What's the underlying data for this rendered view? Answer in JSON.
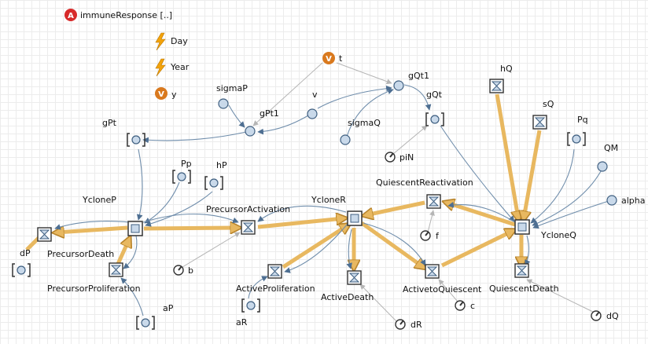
{
  "header": {
    "function_label": "immuneResponse [..]",
    "function_badge": "A",
    "events": [
      "Day",
      "Year"
    ],
    "variable_label": "y",
    "variable_badge": "V"
  },
  "stocks": [
    {
      "id": "gPt",
      "label": "gPt"
    },
    {
      "id": "Pp",
      "label": "Pp"
    },
    {
      "id": "hP",
      "label": "hP"
    },
    {
      "id": "YcloneP",
      "label": "YcloneP"
    },
    {
      "id": "dP",
      "label": "dP"
    },
    {
      "id": "aP",
      "label": "aP"
    },
    {
      "id": "aR",
      "label": "aR"
    },
    {
      "id": "YcloneR",
      "label": "YcloneR"
    },
    {
      "id": "gQt",
      "label": "gQt"
    },
    {
      "id": "Pq",
      "label": "Pq"
    },
    {
      "id": "YcloneQ",
      "label": "YcloneQ"
    }
  ],
  "flows": [
    {
      "id": "PrecursorDeath",
      "label": "PrecursorDeath"
    },
    {
      "id": "PrecursorProliferation",
      "label": "PrecursorProliferation"
    },
    {
      "id": "PrecursorActivation",
      "label": "PrecursorActivation"
    },
    {
      "id": "ActiveProliferation",
      "label": "ActiveProliferation"
    },
    {
      "id": "ActiveDeath",
      "label": "ActiveDeath"
    },
    {
      "id": "ActivetoQuiescent",
      "label": "ActivetoQuiescent"
    },
    {
      "id": "QuiescentReactivation",
      "label": "QuiescentReactivation"
    },
    {
      "id": "QuiescentDeath",
      "label": "QuiescentDeath"
    },
    {
      "id": "hQ",
      "label": "hQ"
    },
    {
      "id": "sQ",
      "label": "sQ"
    }
  ],
  "auxiliaries": [
    {
      "id": "sigmaP",
      "label": "sigmaP"
    },
    {
      "id": "gPt1",
      "label": "gPt1"
    },
    {
      "id": "v",
      "label": "v"
    },
    {
      "id": "gQt1",
      "label": "gQt1"
    },
    {
      "id": "sigmaQ",
      "label": "sigmaQ"
    },
    {
      "id": "QM",
      "label": "QM"
    },
    {
      "id": "alpha",
      "label": "alpha"
    }
  ],
  "parameters": [
    {
      "id": "piN",
      "label": "piN"
    },
    {
      "id": "b",
      "label": "b"
    },
    {
      "id": "f",
      "label": "f"
    },
    {
      "id": "c",
      "label": "c"
    },
    {
      "id": "dR",
      "label": "dR"
    },
    {
      "id": "dQ",
      "label": "dQ"
    }
  ],
  "variables": [
    {
      "id": "t",
      "label": "t",
      "badge": "V"
    }
  ],
  "colors": {
    "flow_pipe": "#e8b860",
    "flow_pipe_edge": "#b8842c",
    "link": "#6f8dab",
    "node_fill": "#c9d9ea",
    "node_edge": "#3f5f80",
    "event_bolt": "#f3a30b",
    "variable_badge": "#d9791e",
    "function_badge": "#d72a2a"
  }
}
